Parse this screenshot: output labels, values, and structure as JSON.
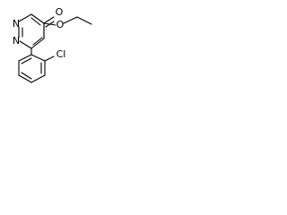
{
  "molecule": {
    "atoms": {
      "o_carbonyl": "O",
      "o_ester": "O",
      "n_top": "N",
      "n_bottom": "N",
      "cl": "Cl"
    }
  }
}
